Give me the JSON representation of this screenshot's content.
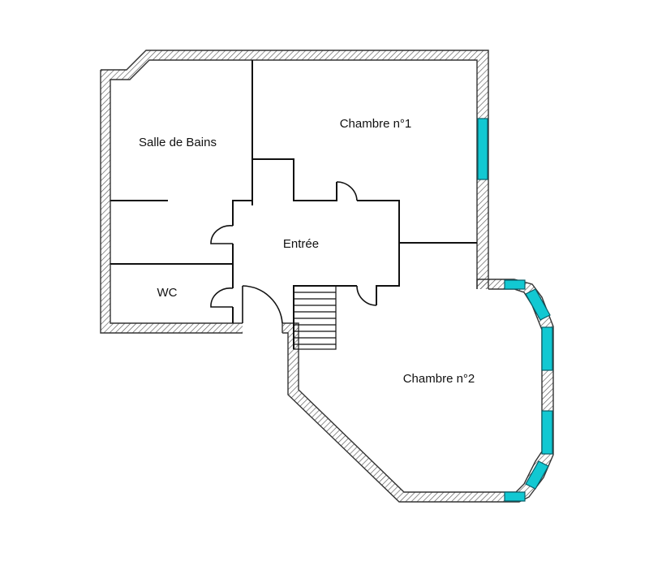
{
  "rooms": {
    "salle_de_bains": "Salle de Bains",
    "chambre_1": "Chambre n°1",
    "entree": "Entrée",
    "wc": "WC",
    "chambre_2": "Chambre n°2"
  },
  "colors": {
    "window": "#12c8d2",
    "wall": "#333333",
    "background": "#ffffff"
  }
}
